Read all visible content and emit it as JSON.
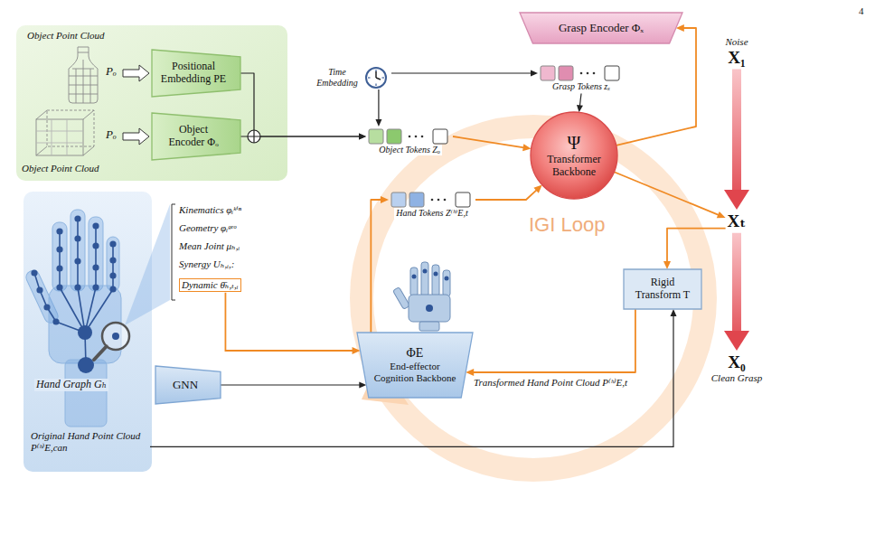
{
  "diagram": {
    "nodes": [
      {
        "text": [
          "Positional Embedding PE"
        ]
      },
      {
        "text": [
          "Object Encoder Φₒ"
        ]
      },
      {
        "text": [
          "Time Embedding"
        ]
      },
      {
        "text": [
          "Object Tokens Zₒ"
        ]
      },
      {
        "text": [
          "Grasp Encoder Φₓ"
        ]
      },
      {
        "text": [
          "Grasp Tokens zₓ"
        ]
      },
      {
        "text": [
          "Ψ",
          "Transformer Backbone"
        ]
      },
      {
        "text": [
          "Noise",
          "X₁"
        ]
      },
      {
        "text": [
          "Xₜ"
        ]
      },
      {
        "text": [
          "X₀",
          "Clean Grasp"
        ]
      },
      {
        "text": [
          "Hand Tokens Z⁽ʰ⁾E,t"
        ]
      },
      {
        "text": [
          "Rigid Transform T"
        ]
      },
      {
        "text": [
          "GNN"
        ]
      },
      {
        "text": [
          "ΦE",
          "End-effector Cognition Backbone"
        ]
      }
    ],
    "edges": [
      {
        "from": 0,
        "to": 3,
        "arrow": "to"
      },
      {
        "from": 1,
        "to": 3,
        "arrow": "to"
      },
      {
        "from": 2,
        "to": 3,
        "arrow": "to"
      },
      {
        "from": 2,
        "to": 5,
        "arrow": "to"
      },
      {
        "from": 3,
        "to": 6,
        "arrow": "to"
      },
      {
        "from": 10,
        "to": 6,
        "arrow": "to"
      },
      {
        "from": 5,
        "to": 6,
        "arrow": "to"
      },
      {
        "from": 6,
        "to": 4,
        "arrow": "to"
      },
      {
        "from": 6,
        "to": 8,
        "arrow": "to"
      },
      {
        "from": 7,
        "to": 8,
        "arrow": "to"
      },
      {
        "from": 8,
        "to": 9,
        "arrow": "to"
      },
      {
        "from": 8,
        "to": 11,
        "arrow": "to"
      },
      {
        "from": 11,
        "to": 13,
        "label": "Transformed Hand Point Cloud P⁽ʰ⁾E,t",
        "arrow": "to"
      },
      {
        "from": 12,
        "to": 13,
        "arrow": "to"
      },
      {
        "from": 13,
        "to": 10,
        "arrow": "to"
      }
    ],
    "labels": [
      "4",
      "Object Point Cloud",
      "Pₒ",
      "Pₒ",
      "Object Point Cloud",
      "Kinematics φᵢᵏⁱⁿ",
      "Geometry φᵢᵍᵉᵒ",
      "Mean Joint μₕ,ᵢ",
      "Synergy Uₕ,ᵢ,:",
      "Dynamic θ̄ₕ,ₜ,ᵢ",
      "Hand Graph Gₕ",
      "Original Hand Point Cloud P⁽ʰ⁾E,can",
      "IGI Loop"
    ]
  }
}
